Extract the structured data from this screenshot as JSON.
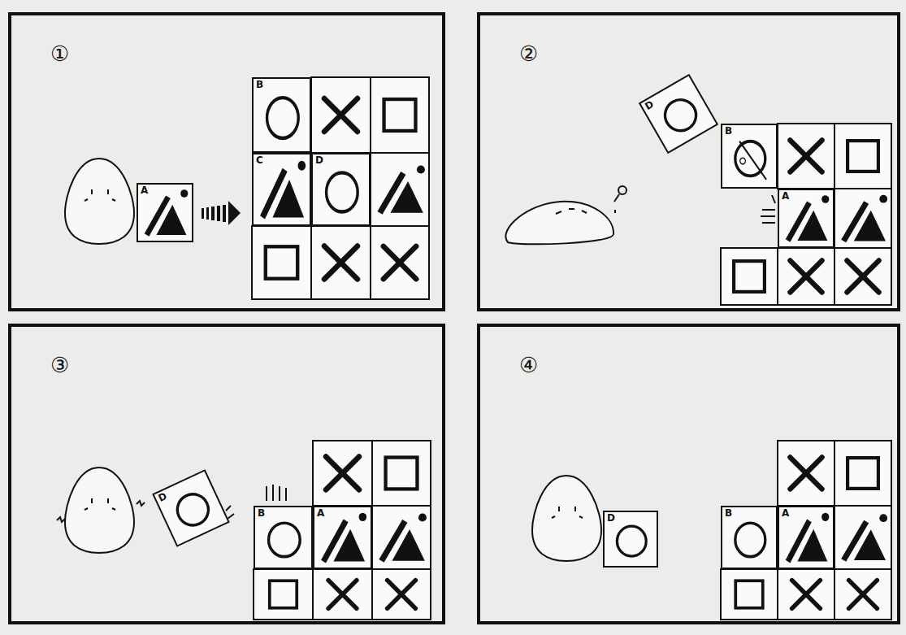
{
  "diagram": {
    "nodes": [
      {
        "text": [
          "①"
        ]
      },
      {
        "text": [
          "A"
        ],
        "in": 0
      },
      {
        "text": [
          "B"
        ],
        "in": 0
      },
      {
        "text": [
          "C"
        ],
        "in": 0
      },
      {
        "text": [
          "D"
        ],
        "in": 0
      },
      {
        "text": [
          "②"
        ]
      },
      {
        "text": [
          "D"
        ],
        "in": 5
      },
      {
        "text": [
          "B"
        ],
        "in": 5
      },
      {
        "text": [
          "A"
        ],
        "in": 5
      },
      {
        "text": [
          "③"
        ]
      },
      {
        "text": [
          "D"
        ],
        "in": 9
      },
      {
        "text": [
          "B"
        ],
        "in": 9
      },
      {
        "text": [
          "A"
        ],
        "in": 9
      },
      {
        "text": [
          "④"
        ]
      },
      {
        "text": [
          "D"
        ],
        "in": 13
      },
      {
        "text": [
          "B"
        ],
        "in": 13
      },
      {
        "text": [
          "A"
        ],
        "in": 13
      }
    ]
  }
}
